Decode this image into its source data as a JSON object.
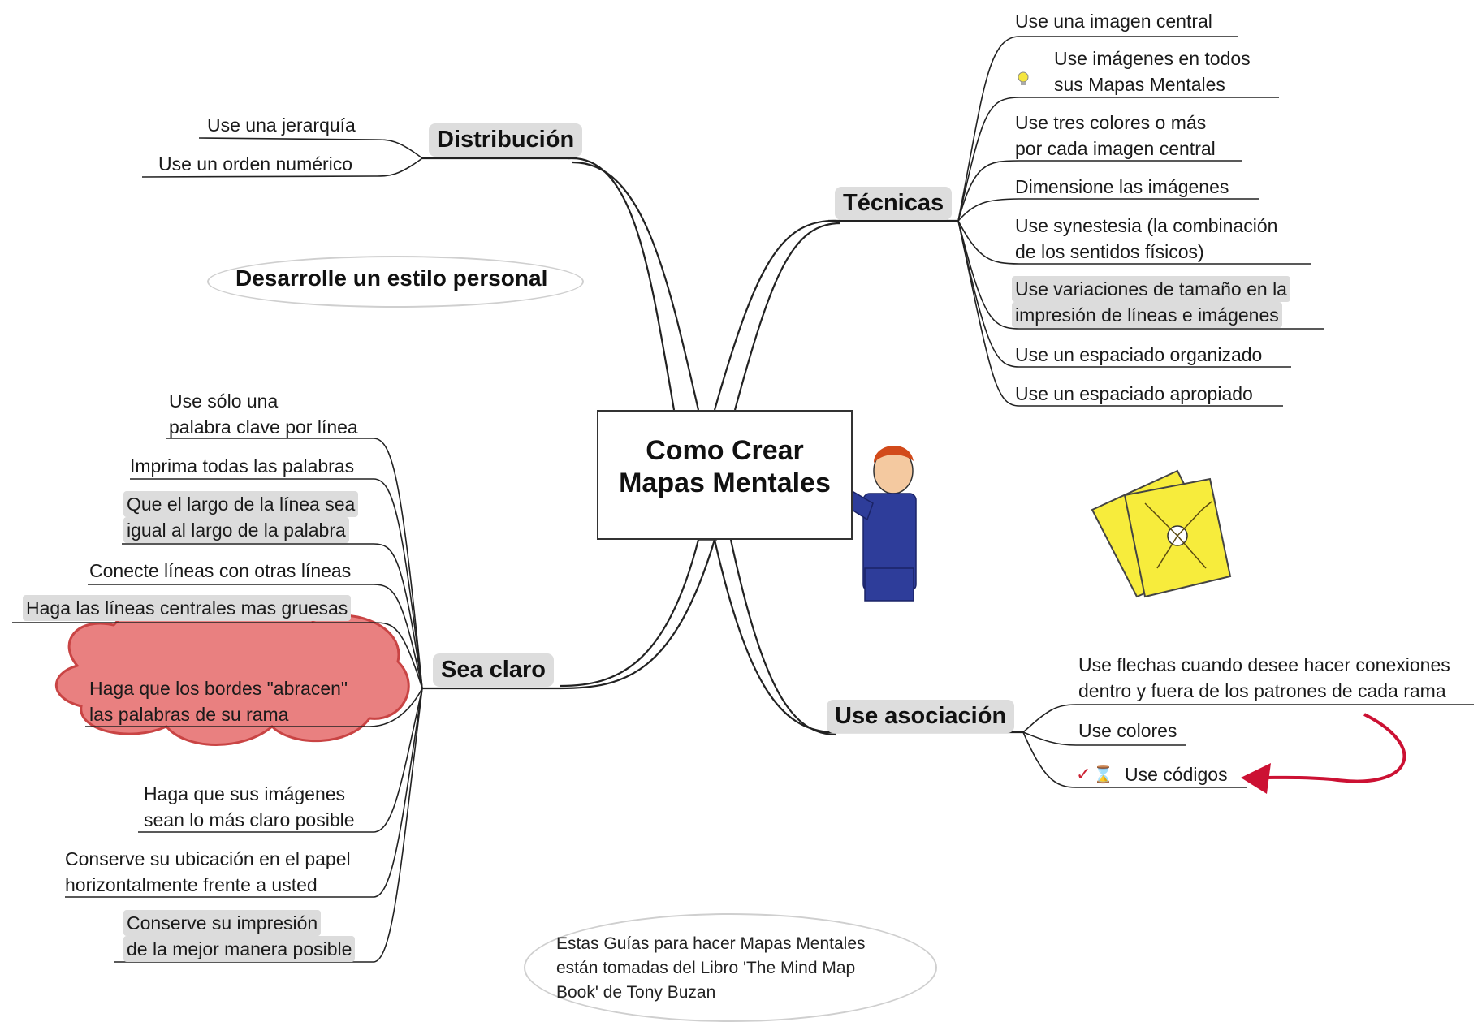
{
  "center": {
    "line1": "Como Crear",
    "line2": "Mapas Mentales"
  },
  "distribucion": {
    "title": "Distribución",
    "items": [
      "Use una jerarquía",
      "Use un orden numérico"
    ]
  },
  "estilo": {
    "text": "Desarrolle un estilo personal"
  },
  "tecnicas": {
    "title": "Técnicas",
    "items": [
      {
        "l1": "Use una imagen central",
        "l2": ""
      },
      {
        "l1": "Use imágenes en todos",
        "l2": "sus Mapas Mentales"
      },
      {
        "l1": "Use tres colores o más",
        "l2": "por cada imagen central"
      },
      {
        "l1": "Dimensione las imágenes",
        "l2": ""
      },
      {
        "l1": "Use synestesia (la combinación",
        "l2": "de los sentidos físicos)"
      },
      {
        "l1": "Use variaciones de tamaño en la",
        "l2": "impresión de líneas e imágenes"
      },
      {
        "l1": "Use un espaciado organizado",
        "l2": ""
      },
      {
        "l1": "Use un espaciado apropiado",
        "l2": ""
      }
    ]
  },
  "sea_claro": {
    "title": "Sea claro",
    "items": [
      {
        "l1": "Use sólo una",
        "l2": "palabra clave por línea"
      },
      {
        "l1": "Imprima todas las palabras",
        "l2": ""
      },
      {
        "l1": "Que el largo de la línea sea",
        "l2": "igual al largo de la palabra"
      },
      {
        "l1": "Conecte líneas con otras líneas",
        "l2": ""
      },
      {
        "l1": "Haga las líneas centrales mas gruesas",
        "l2": ""
      },
      {
        "l1": "Haga que los bordes \"abracen\"",
        "l2": "las palabras de su rama"
      },
      {
        "l1": "Haga que sus imágenes",
        "l2": "sean lo más claro posible"
      },
      {
        "l1": "Conserve su ubicación en el papel",
        "l2": "horizontalmente frente a usted"
      },
      {
        "l1": "Conserve su impresión",
        "l2": "de la mejor manera posible"
      }
    ]
  },
  "asociacion": {
    "title": "Use asociación",
    "items": [
      {
        "l1": "Use flechas cuando desee hacer conexiones",
        "l2": "dentro y fuera de los patrones de cada rama"
      },
      {
        "l1": "Use colores",
        "l2": ""
      },
      {
        "l1": "Use códigos",
        "l2": ""
      }
    ]
  },
  "fuente": {
    "l1": "Estas Guías para hacer Mapas Mentales",
    "l2": "están tomadas del Libro 'The Mind Map",
    "l3": "Book' de Tony Buzan"
  },
  "icons": [
    "lightbulb-icon",
    "checkmark-icon",
    "hourglass-icon",
    "presenter-figure",
    "mind-map-papers",
    "red-arrow"
  ],
  "colors": {
    "highlight": "#dcdcdc",
    "cloud": "#e98080",
    "cloud_border": "#c94444",
    "arrow": "#cc1133",
    "paper": "#f7ec3c"
  }
}
